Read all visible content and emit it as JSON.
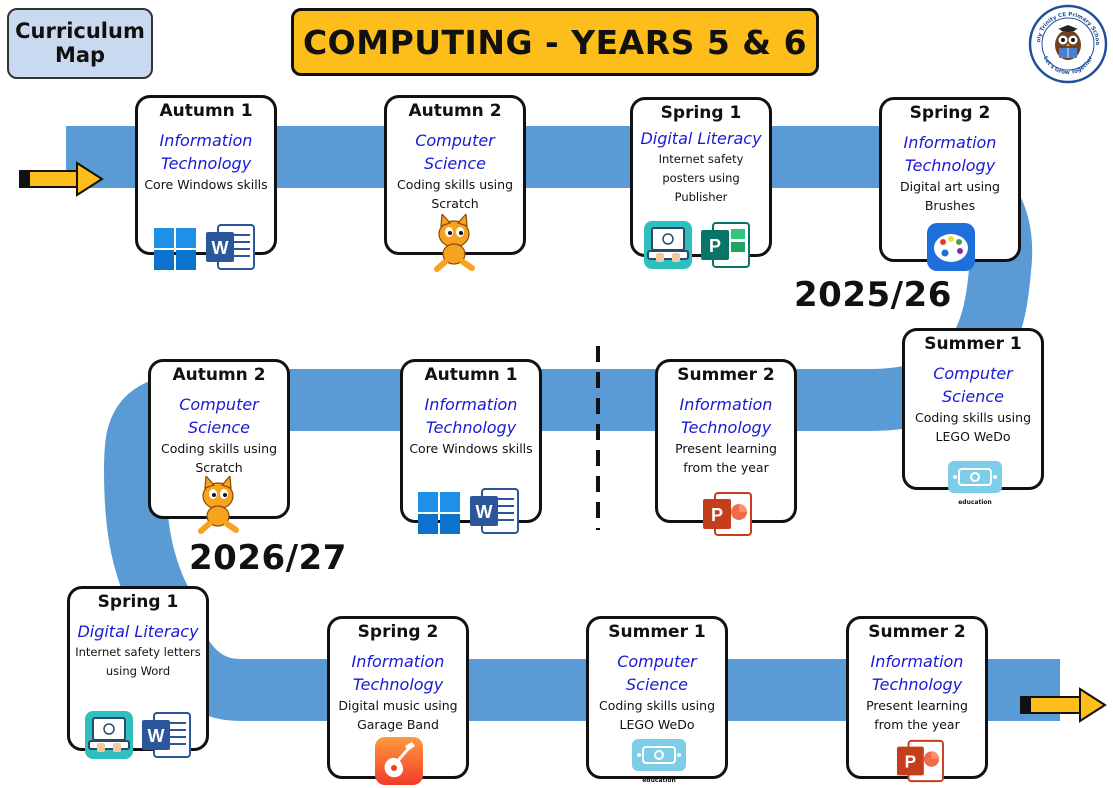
{
  "header": {
    "curriculum_map": "Curriculum Map",
    "title": "COMPUTING - YEARS 5 & 6"
  },
  "logo": {
    "top_text": "Holy Trinity CE Primary School",
    "bottom_text": "Let's Grow Together",
    "icon": "owl-reading-icon"
  },
  "years": {
    "first": "2025/26",
    "second": "2026/27"
  },
  "colors": {
    "road": "#5b9bd5",
    "title_bg": "#fdbe1b",
    "curriculum_bg": "#c9daf0",
    "subject_text": "#1a1ad6",
    "arrow": "#fdbe1b"
  },
  "cards": [
    {
      "term": "Autumn 1",
      "subject": "Information Technology",
      "desc": "Core Windows skills",
      "icons": [
        "windows-icon",
        "word-icon"
      ]
    },
    {
      "term": "Autumn 2",
      "subject": "Computer Science",
      "desc": "Coding skills using Scratch",
      "icons": [
        "scratch-cat-icon"
      ]
    },
    {
      "term": "Spring 1",
      "subject": "Digital Literacy",
      "desc": "Internet safety posters using Publisher",
      "icons": [
        "laptop-safety-icon",
        "publisher-icon"
      ]
    },
    {
      "term": "Spring 2",
      "subject": "Information Technology",
      "desc": "Digital art using Brushes",
      "icons": [
        "brushes-palette-icon"
      ]
    },
    {
      "term": "Summer 1",
      "subject": "Computer Science",
      "desc": "Coding skills using LEGO WeDo",
      "icons": [
        "lego-wedo-icon"
      ],
      "icon_caption": "education"
    },
    {
      "term": "Summer 2",
      "subject": "Information Technology",
      "desc": "Present learning from the year",
      "icons": [
        "powerpoint-icon"
      ]
    },
    {
      "term": "Autumn 1",
      "subject": "Information Technology",
      "desc": "Core Windows skills",
      "icons": [
        "windows-icon",
        "word-icon"
      ]
    },
    {
      "term": "Autumn 2",
      "subject": "Computer Science",
      "desc": "Coding skills using Scratch",
      "icons": [
        "scratch-cat-icon"
      ]
    },
    {
      "term": "Spring 1",
      "subject": "Digital Literacy",
      "desc": "Internet safety letters using Word",
      "icons": [
        "laptop-safety-icon",
        "word-icon"
      ]
    },
    {
      "term": "Spring 2",
      "subject": "Information Technology",
      "desc": "Digital music using Garage Band",
      "icons": [
        "garageband-icon"
      ]
    },
    {
      "term": "Summer 1",
      "subject": "Computer Science",
      "desc": "Coding skills using LEGO WeDo",
      "icons": [
        "lego-wedo-icon"
      ],
      "icon_caption": "education"
    },
    {
      "term": "Summer 2",
      "subject": "Information Technology",
      "desc": "Present learning from the year",
      "icons": [
        "powerpoint-icon"
      ]
    }
  ]
}
